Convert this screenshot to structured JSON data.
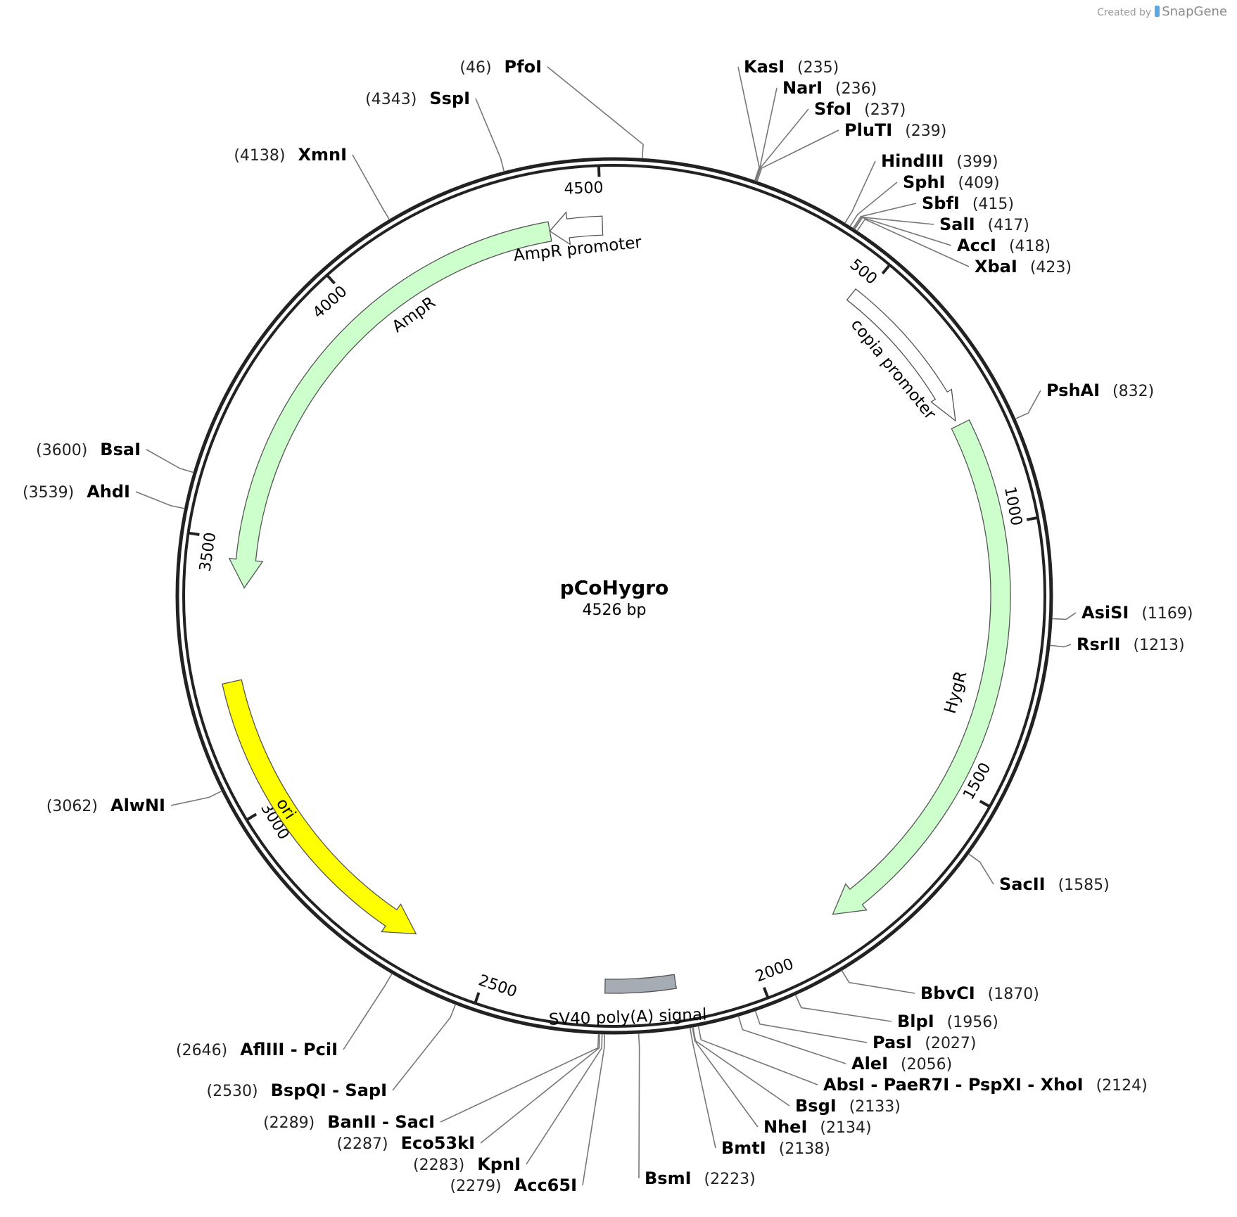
{
  "credit": {
    "prefix": "Created by",
    "brand": "SnapGene",
    "icon": "snapgene-logo-icon"
  },
  "plasmid": {
    "name": "pCoHygro",
    "size_label": "4526 bp",
    "length": 4526
  },
  "ticks": [
    {
      "pos": 500,
      "label": "500"
    },
    {
      "pos": 1000,
      "label": "1000"
    },
    {
      "pos": 1500,
      "label": "1500"
    },
    {
      "pos": 2000,
      "label": "2000"
    },
    {
      "pos": 2500,
      "label": "2500"
    },
    {
      "pos": 3000,
      "label": "3000"
    },
    {
      "pos": 3500,
      "label": "3500"
    },
    {
      "pos": 4000,
      "label": "4000"
    },
    {
      "pos": 4500,
      "label": "4500"
    }
  ],
  "features": [
    {
      "id": "copia-promoter",
      "label": "copia promoter",
      "start": 480,
      "end": 790,
      "type": "promoter",
      "color": "#ffffff",
      "direction": 1
    },
    {
      "id": "hygr",
      "label": "HygR",
      "start": 800,
      "end": 1830,
      "type": "cds",
      "color": "#ccffcc",
      "direction": 1
    },
    {
      "id": "sv40",
      "label": "SV40 poly(A) signal",
      "start": 2150,
      "end": 2280,
      "type": "polya",
      "color": "#a6acb3",
      "direction": 0
    },
    {
      "id": "ori",
      "label": "ori",
      "start": 2645,
      "end": 3235,
      "type": "rep_origin",
      "color": "#ffff00",
      "direction": -1
    },
    {
      "id": "ampr",
      "label": "AmpR",
      "start": 3410,
      "end": 4400,
      "type": "cds",
      "color": "#ccffcc",
      "direction": -1
    },
    {
      "id": "ampr-promoter",
      "label": "AmpR promoter",
      "start": 4400,
      "end": 4503,
      "type": "promoter",
      "color": "#ffffff",
      "direction": -1
    }
  ],
  "sites": [
    {
      "name": "PfoI",
      "pos": "(46)"
    },
    {
      "name": "KasI",
      "pos": "(235)"
    },
    {
      "name": "NarI",
      "pos": "(236)"
    },
    {
      "name": "SfoI",
      "pos": "(237)"
    },
    {
      "name": "PluTI",
      "pos": "(239)"
    },
    {
      "name": "HindIII",
      "pos": "(399)"
    },
    {
      "name": "SphI",
      "pos": "(409)"
    },
    {
      "name": "SbfI",
      "pos": "(415)"
    },
    {
      "name": "SalI",
      "pos": "(417)"
    },
    {
      "name": "AccI",
      "pos": "(418)"
    },
    {
      "name": "XbaI",
      "pos": "(423)"
    },
    {
      "name": "PshAI",
      "pos": "(832)"
    },
    {
      "name": "AsiSI",
      "pos": "(1169)"
    },
    {
      "name": "RsrII",
      "pos": "(1213)"
    },
    {
      "name": "SacII",
      "pos": "(1585)"
    },
    {
      "name": "BbvCI",
      "pos": "(1870)"
    },
    {
      "name": "BlpI",
      "pos": "(1956)"
    },
    {
      "name": "PasI",
      "pos": "(2027)"
    },
    {
      "name": "AleI",
      "pos": "(2056)"
    },
    {
      "name": "AbsI  -  PaeR7I  -  PspXI  -  XhoI",
      "pos": "(2124)"
    },
    {
      "name": "BsgI",
      "pos": "(2133)"
    },
    {
      "name": "NheI",
      "pos": "(2134)"
    },
    {
      "name": "BmtI",
      "pos": "(2138)"
    },
    {
      "name": "BsmI",
      "pos": "(2223)"
    },
    {
      "name": "Acc65I",
      "pos": "(2279)"
    },
    {
      "name": "KpnI",
      "pos": "(2283)"
    },
    {
      "name": "Eco53kI",
      "pos": "(2287)"
    },
    {
      "name": "BanII  -  SacI",
      "pos": "(2289)"
    },
    {
      "name": "BspQI  -  SapI",
      "pos": "(2530)"
    },
    {
      "name": "AflIII  -  PciI",
      "pos": "(2646)"
    },
    {
      "name": "AlwNI",
      "pos": "(3062)"
    },
    {
      "name": "AhdI",
      "pos": "(3539)"
    },
    {
      "name": "BsaI",
      "pos": "(3600)"
    },
    {
      "name": "XmnI",
      "pos": "(4138)"
    },
    {
      "name": "SspI",
      "pos": "(4343)"
    }
  ]
}
